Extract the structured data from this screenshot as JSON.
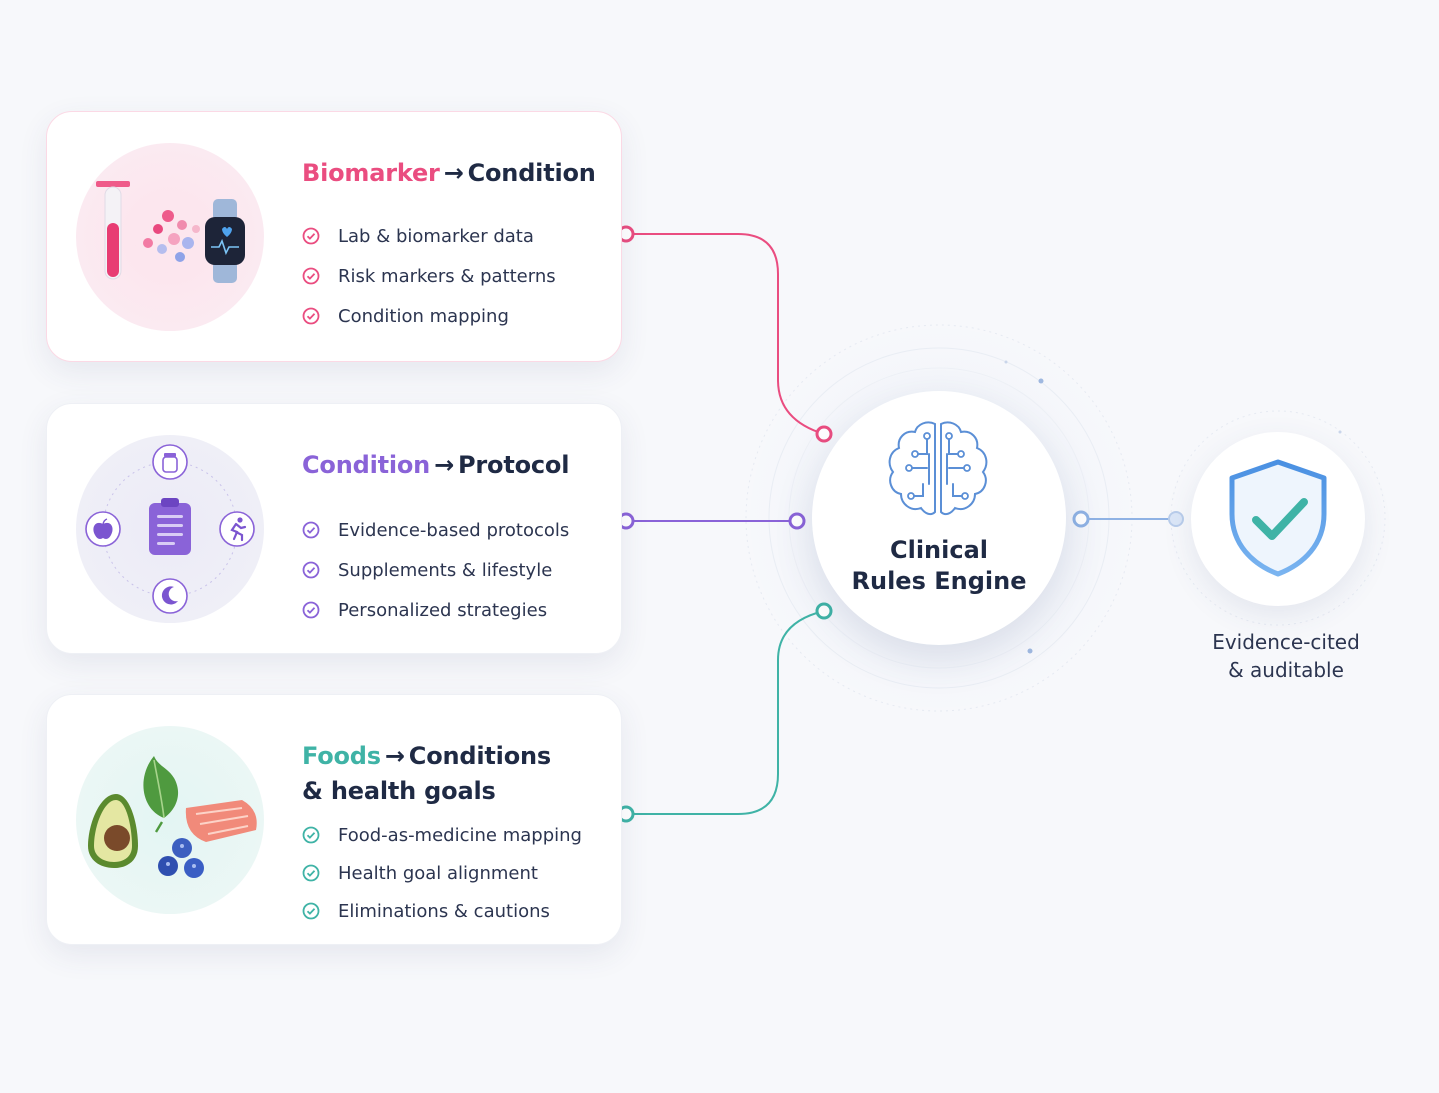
{
  "cards": [
    {
      "key": "bio",
      "highlight": "Biomarker",
      "arrow": "→",
      "rest": "Condition",
      "rest2": "",
      "accent": "#ea4d80",
      "items": [
        "Lab & biomarker data",
        "Risk markers & patterns",
        "Condition mapping"
      ]
    },
    {
      "key": "cond",
      "highlight": "Condition",
      "arrow": "→",
      "rest": "Protocol",
      "rest2": "",
      "accent": "#8a63d8",
      "items": [
        "Evidence-based protocols",
        "Supplements & lifestyle",
        "Personalized strategies"
      ]
    },
    {
      "key": "food",
      "highlight": "Foods",
      "arrow": "→",
      "rest": "Conditions",
      "rest2": "& health goals",
      "accent": "#3fb3a6",
      "items": [
        "Food-as-medicine mapping",
        "Health goal alignment",
        "Eliminations & cautions"
      ]
    }
  ],
  "engine": {
    "line1": "Clinical",
    "line2": "Rules Engine",
    "accent": "#5b8fd6"
  },
  "output": {
    "line1": "Evidence-cited",
    "line2": "& auditable",
    "shield_color": "#4a90e2",
    "check_color": "#3fb3a6"
  },
  "icons": {
    "card1": [
      "test-tube-icon",
      "molecule-cluster-icon",
      "smartwatch-heart-icon"
    ],
    "card2": [
      "clipboard-icon",
      "supplement-bottle-icon",
      "apple-icon",
      "runner-icon",
      "moon-icon"
    ],
    "card3": [
      "avocado-icon",
      "leafy-green-icon",
      "salmon-icon",
      "blueberries-icon"
    ],
    "engine": "brain-circuit-icon",
    "output": "shield-check-icon"
  }
}
